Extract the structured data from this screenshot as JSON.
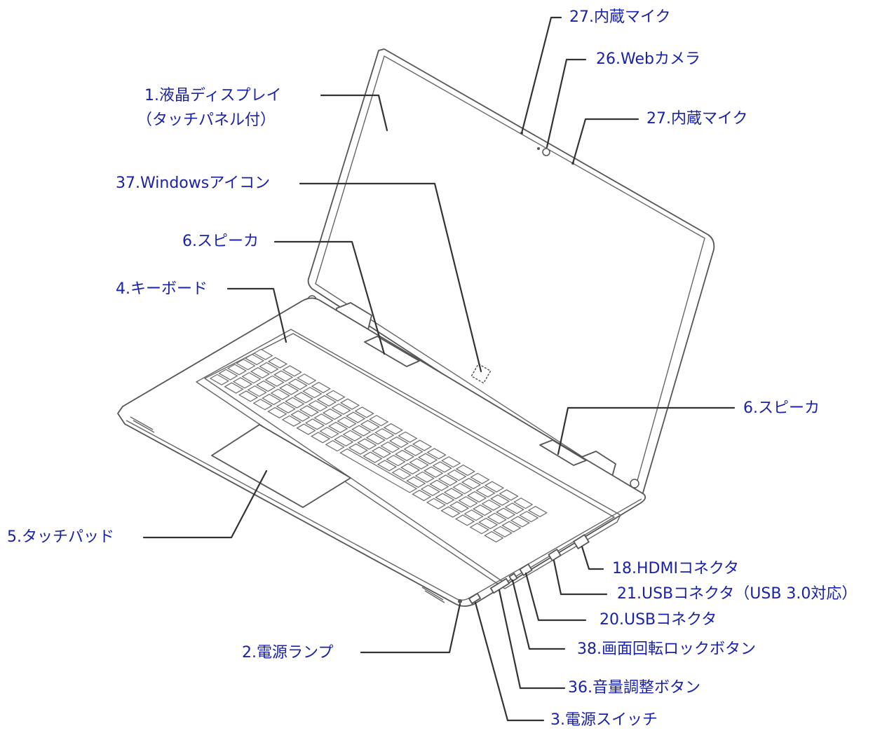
{
  "diagram": {
    "colors": {
      "label_text": "#1a22a8",
      "leader_line": "#333333",
      "device_outline": "#555555"
    },
    "labels": {
      "lcd": {
        "line1": "1.液晶ディスプレイ",
        "line2": "（タッチパネル付）"
      },
      "mic_left": "27.内蔵マイク",
      "webcam": "26.Webカメラ",
      "mic_right": "27.内蔵マイク",
      "windows_icon": "37.Windowsアイコン",
      "speaker_left": "6.スピーカ",
      "keyboard": "4.キーボード",
      "speaker_right": "6.スピーカ",
      "touchpad": "5.タッチパッド",
      "hdmi": "18.HDMIコネクタ",
      "usb30": "21.USBコネクタ（USB 3.0対応）",
      "usb": "20.USBコネクタ",
      "rotation_lock": "38.画面回転ロックボタン",
      "volume": "36.音量調整ボタン",
      "power_lamp": "2.電源ランプ",
      "power_switch": "3.電源スイッチ"
    }
  }
}
